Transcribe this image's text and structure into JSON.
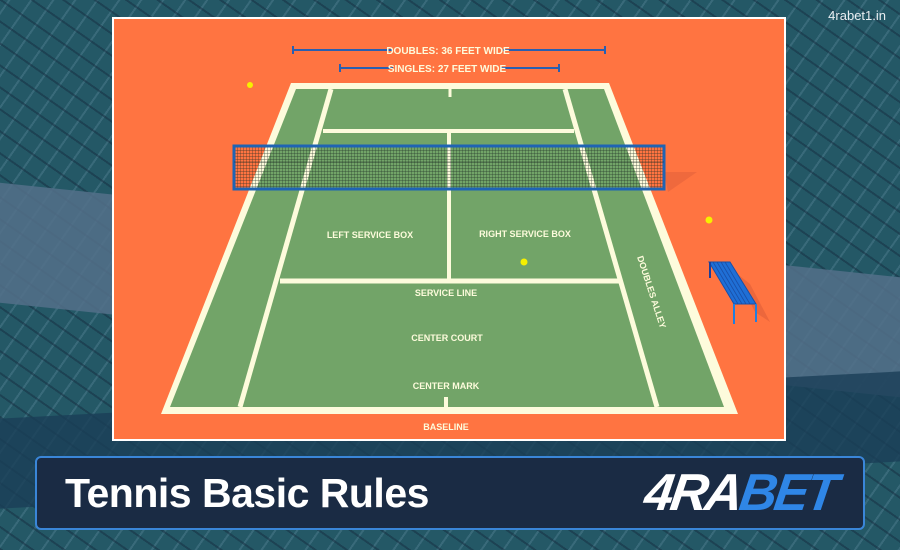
{
  "watermark": "4rabet1.in",
  "diagram": {
    "dimensions": {
      "doubles": "DOUBLES: 36 FEET WIDE",
      "singles": "SINGLES: 27 FEET WIDE"
    },
    "labels": {
      "left_service_box": "LEFT SERVICE BOX",
      "right_service_box": "RIGHT SERVICE BOX",
      "service_line": "SERVICE LINE",
      "center_court": "CENTER COURT",
      "center_mark": "CENTER MARK",
      "baseline": "BASELINE",
      "doubles_alley": "DOUBLES ALLEY"
    },
    "colors": {
      "surround": "#ff7441",
      "court": "#72a468",
      "lines": "#fdfbdc",
      "net_frame": "#1f64b4",
      "dimension_lines": "#2a5fb0",
      "ball": "#f6f000",
      "bench": "#1f6fd6"
    }
  },
  "banner": {
    "title": "Tennis Basic Rules",
    "logo_part1": "4RA",
    "logo_part2": "BET",
    "border_color": "#3a86d8",
    "background": "#1a2b44"
  }
}
